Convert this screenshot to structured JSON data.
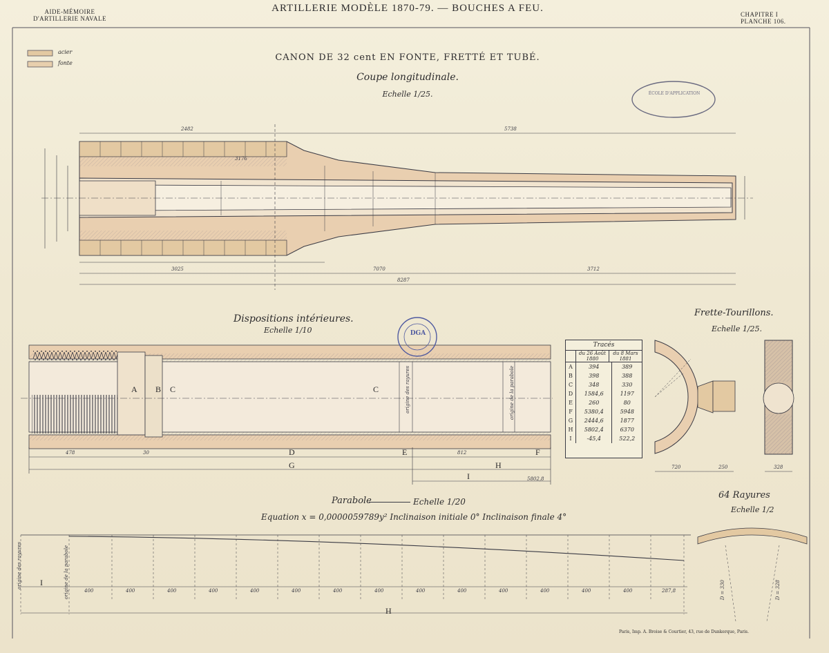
{
  "header": {
    "left_line1": "AIDE-MÉMOIRE",
    "left_line2": "D'ARTILLERIE NAVALE",
    "center": "ARTILLERIE MODÈLE 1870-79. — BOUCHES A FEU.",
    "right_line1": "CHAPITRE I",
    "right_line2": "PLANCHE 106."
  },
  "legend": [
    {
      "label": "acier",
      "color": "#e3c9a2"
    },
    {
      "label": "fonte",
      "color": "#e8cfad"
    }
  ],
  "main_title": "CANON DE 32 cent EN FONTE, FRETTÉ ET TUBÉ.",
  "longitudinal": {
    "subtitle": "Coupe longitudinale.",
    "scale": "Echelle 1/25.",
    "dims_top": [
      "2482",
      "5738",
      "3176"
    ],
    "dims_bottom": [
      "3025",
      "7070",
      "3712",
      "8287"
    ]
  },
  "stamp1": "ÉCOLE D'APPLICATION",
  "interior": {
    "title": "Dispositions intérieures.",
    "scale": "Echelle 1/10",
    "letters_top": [
      "A",
      "B",
      "C",
      "C"
    ],
    "letters_bottom": [
      "D",
      "E",
      "F",
      "G",
      "H",
      "I"
    ],
    "origin_rayures": "origine des rayures",
    "origin_parabole": "origine de la parabole",
    "dim_a": "478",
    "dim_b": "30",
    "dim_c": "812",
    "dim_d": "5802,8"
  },
  "stamp2": "DGA",
  "traces": {
    "title": "Tracés",
    "col1": "du 26 Août 1880",
    "col2": "du 8 Mars 1881",
    "rows": [
      {
        "k": "A",
        "v1": "394",
        "v2": "389"
      },
      {
        "k": "B",
        "v1": "398",
        "v2": "388"
      },
      {
        "k": "C",
        "v1": "348",
        "v2": "330"
      },
      {
        "k": "D",
        "v1": "1584,6",
        "v2": "1197"
      },
      {
        "k": "E",
        "v1": "260",
        "v2": "80"
      },
      {
        "k": "F",
        "v1": "5380,4",
        "v2": "5948"
      },
      {
        "k": "G",
        "v1": "2444,6",
        "v2": "1877"
      },
      {
        "k": "H",
        "v1": "5802,4",
        "v2": "6370"
      },
      {
        "k": "I",
        "v1": "-45,4",
        "v2": "522,2"
      }
    ]
  },
  "frette": {
    "title": "Frette-Tourillons.",
    "scale": "Echelle 1/25.",
    "dims": [
      "720",
      "250",
      "328"
    ]
  },
  "parabole": {
    "title": "Parabole",
    "scale": "Echelle 1/20",
    "equation": "Equation x = 0,0000059789y² Inclinaison initiale 0° Inclinaison finale 4°",
    "label_I": "I",
    "label_H": "H",
    "origin_rayures": "origine des rayures",
    "origin_parabole": "origine de la parabole",
    "step": "400",
    "last_step": "287,8"
  },
  "rayures": {
    "title": "64 Rayures",
    "scale": "Echelle 1/2",
    "dims": [
      "D = 330",
      "D = 328"
    ]
  },
  "imprint": "Paris, Imp. A. Broise & Courtier, 43, rue de Dunkerque, Paris."
}
